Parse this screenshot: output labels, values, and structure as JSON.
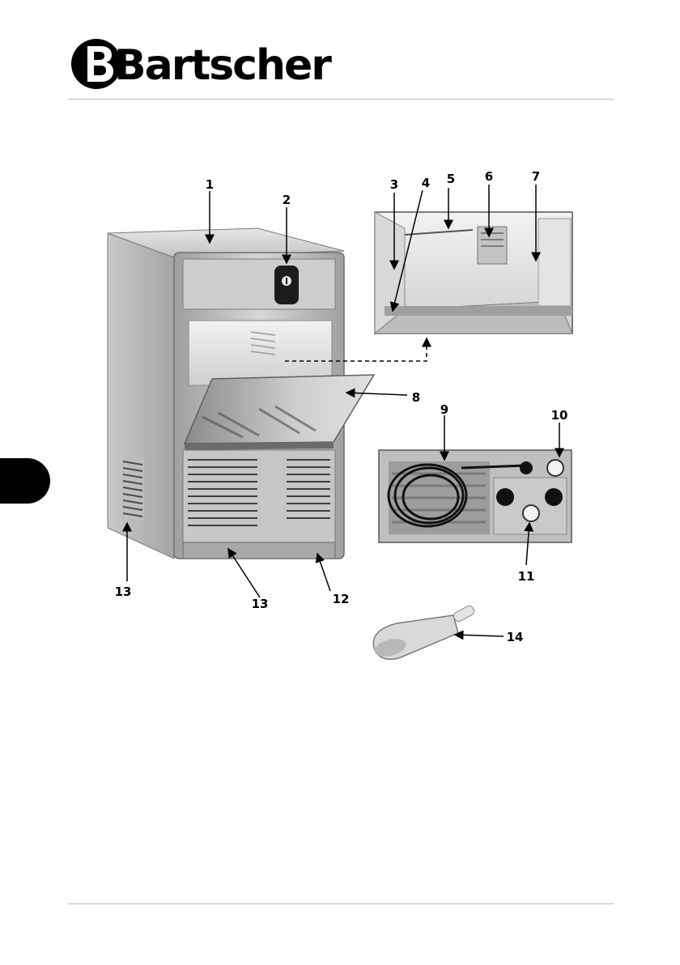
{
  "header": {
    "brand": "Bartscher"
  },
  "figure": {
    "callouts": [
      "1",
      "2",
      "3",
      "4",
      "5",
      "6",
      "7",
      "8",
      "9",
      "10",
      "11",
      "12",
      "13",
      "13",
      "14"
    ]
  },
  "colors": {
    "steel_light": "#d9d9d9",
    "steel_mid": "#b3b3b3",
    "steel_dark": "#8c8c8c",
    "black": "#000000"
  }
}
